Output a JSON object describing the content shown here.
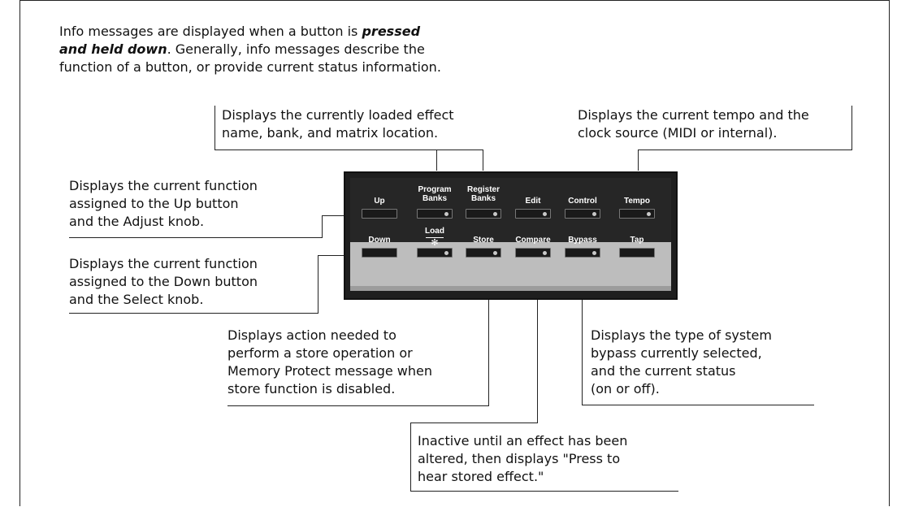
{
  "intro": {
    "line1_pre": "Info messages are displayed when a button is ",
    "line1_em": "pressed",
    "line2_em": "and held down",
    "line2_post": ". Generally, info messages describe the",
    "line3": "function of a button, or provide current status information."
  },
  "callouts": {
    "effect_name": [
      "Displays the currently loaded effect",
      "name, bank, and matrix location."
    ],
    "tempo": [
      "Displays the current tempo and the",
      "clock source (MIDI or internal)."
    ],
    "up": [
      "Displays the current function",
      "assigned to the Up button",
      "and the Adjust knob."
    ],
    "down": [
      "Displays the current function",
      "assigned to the Down button",
      "and the Select knob."
    ],
    "store": [
      "Displays action needed to",
      "perform a store operation or",
      "Memory Protect message when",
      "store function is disabled."
    ],
    "bypass": [
      "Displays the type of system",
      "bypass currently selected,",
      "and the current status",
      "(on or off)."
    ],
    "compare": [
      "Inactive until an effect has been",
      "altered, then displays \"Press to",
      "hear stored effect.\""
    ]
  },
  "panel": {
    "top_row": [
      {
        "label1": "",
        "label2": "Up",
        "led": false
      },
      {
        "label1": "Program",
        "label2": "Banks",
        "led": true
      },
      {
        "label1": "Register",
        "label2": "Banks",
        "led": true
      },
      {
        "label1": "",
        "label2": "Edit",
        "led": true
      },
      {
        "label1": "",
        "label2": "Control",
        "led": true
      },
      {
        "label1": "",
        "label2": "Tempo",
        "led": true
      }
    ],
    "bottom_row": [
      {
        "label": "Down",
        "led": false
      },
      {
        "label": "Load",
        "sub": "✻",
        "led": true
      },
      {
        "label": "Store",
        "led": true
      },
      {
        "label": "Compare",
        "led": true
      },
      {
        "label": "Bypass",
        "led": true
      },
      {
        "label": "Tap",
        "led": false
      }
    ]
  }
}
